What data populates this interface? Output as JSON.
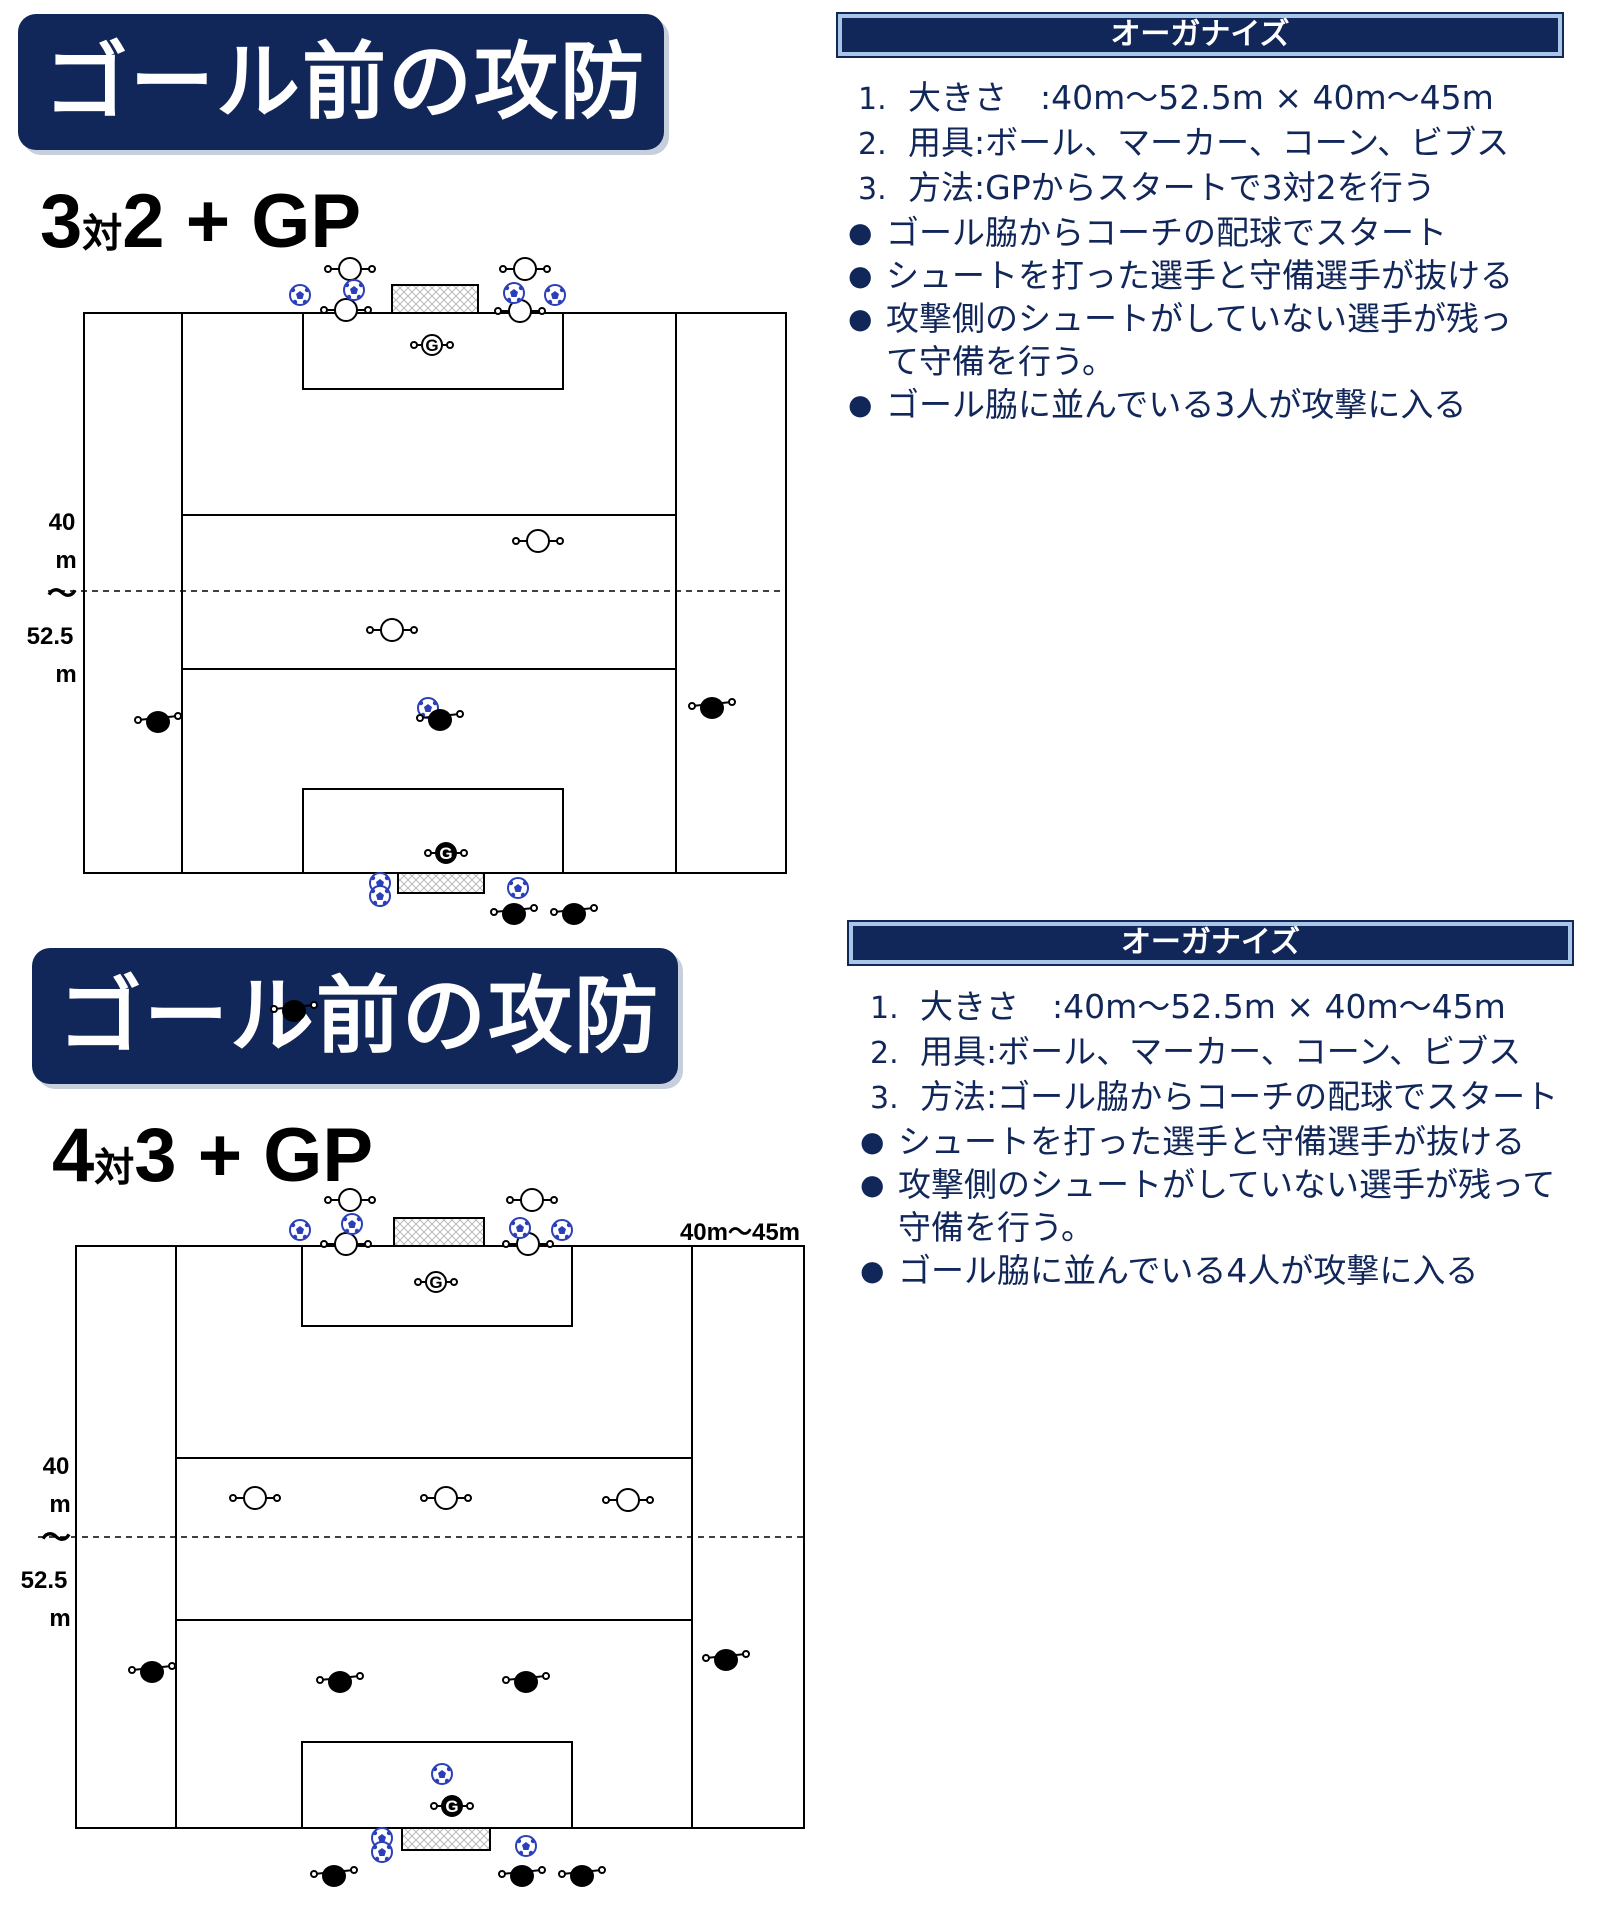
{
  "drill1": {
    "title": "ゴール前の攻防",
    "sub_num_a": "3",
    "sub_vs": "対",
    "sub_num_b": "2",
    "sub_plus": "+",
    "sub_gp": "GP",
    "side_label": [
      "40",
      "m",
      "〜",
      "52.5",
      "m"
    ],
    "organize": {
      "header": "オーガナイズ",
      "numbered": [
        {
          "num": "1.",
          "text": "大きさ　:40m〜52.5m × 40m〜45m"
        },
        {
          "num": "2.",
          "text": "用具:ボール、マーカー、コーン、ビブス"
        },
        {
          "num": "3.",
          "text": "方法:GPからスタートで3対2を行う"
        }
      ],
      "bullets": [
        "ゴール脇からコーチの配球でスタート",
        "シュートを打った選手と守備選手が抜ける",
        "攻撃側のシュートがしていない選手が残っ",
        "て守備を行う。",
        "ゴール脇に並んでいる3人が攻撃に入る"
      ]
    }
  },
  "drill2": {
    "title": "ゴール前の攻防",
    "sub_num_a": "4",
    "sub_vs": "対",
    "sub_num_b": "3",
    "sub_plus": "+",
    "sub_gp": "GP",
    "width_label": "40m〜45m",
    "side_label": [
      "40",
      "m",
      "〜",
      "52.5",
      "m"
    ],
    "organize": {
      "header": "オーガナイズ",
      "numbered": [
        {
          "num": "1.",
          "text": "大きさ　:40m〜52.5m × 40m〜45m"
        },
        {
          "num": "2.",
          "text": "用具:ボール、マーカー、コーン、ビブス"
        },
        {
          "num": "3.",
          "text": "方法:ゴール脇からコーチの配球でスタート"
        }
      ],
      "bullets": [
        "シュートを打った選手と守備選手が抜ける",
        "攻撃側のシュートがしていない選手が残って",
        "守備を行う。",
        "ゴール脇に並んでいる4人が攻撃に入る"
      ]
    }
  },
  "colors": {
    "navy": "#112659",
    "light_blue_border": "#a9c6e7",
    "ball_blue": "#2b3fb8"
  },
  "icons": {
    "goalkeeper": "G",
    "ball": "soccer-ball-icon",
    "attacker": "black-player-icon",
    "defender": "white-player-icon"
  }
}
